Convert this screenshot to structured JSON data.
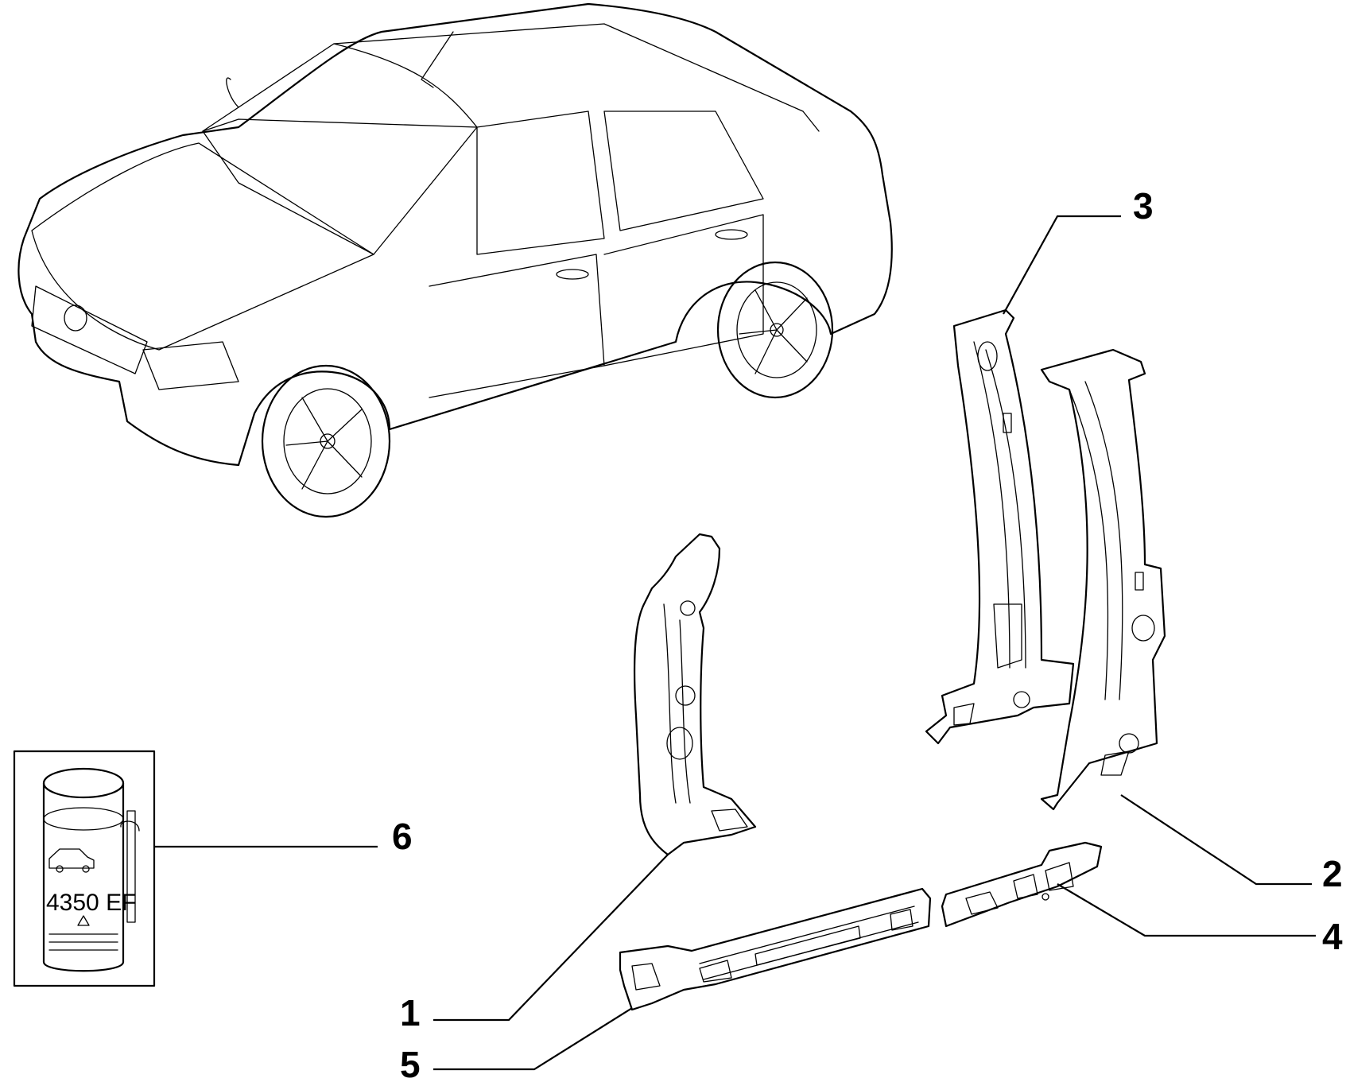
{
  "callouts": [
    {
      "id": "1",
      "label": "1"
    },
    {
      "id": "2",
      "label": "2"
    },
    {
      "id": "3",
      "label": "3"
    },
    {
      "id": "4",
      "label": "4"
    },
    {
      "id": "5",
      "label": "5"
    },
    {
      "id": "6",
      "label": "6"
    }
  ],
  "kit_box": {
    "can_text": "4350 EF"
  },
  "colors": {
    "line": "#000000",
    "background": "#ffffff"
  }
}
